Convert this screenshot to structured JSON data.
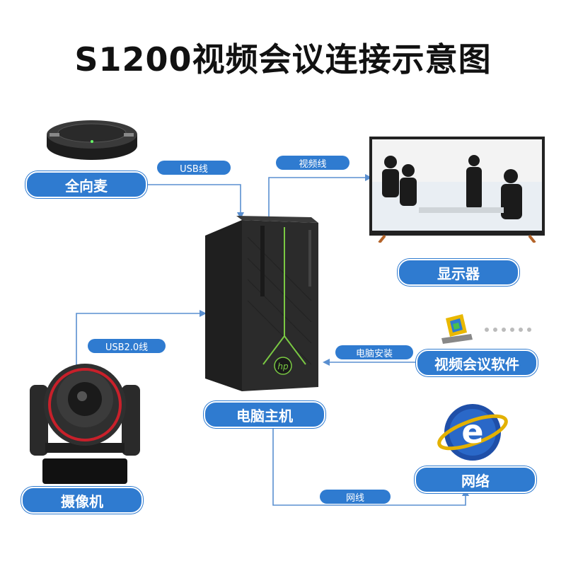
{
  "title": "S1200视频会议连接示意图",
  "nodes": {
    "mic": "全向麦",
    "display": "显示器",
    "software": "视频会议软件",
    "pc": "电脑主机",
    "camera": "摄像机",
    "network": "网络"
  },
  "edges": {
    "usb": "USB线",
    "video": "视频线",
    "usb2": "USB2.0线",
    "install": "电脑安装",
    "netline": "网线"
  },
  "pc_logo": "hp",
  "colors": {
    "accent": "#2f7bd0",
    "line": "#5a8fd0"
  }
}
